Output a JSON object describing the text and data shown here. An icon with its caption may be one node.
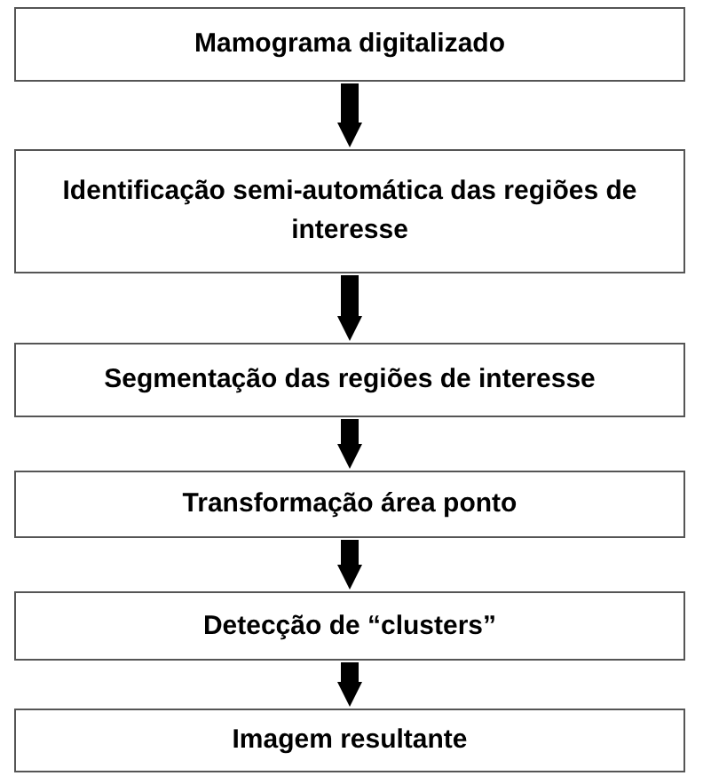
{
  "diagram": {
    "nodes": [
      {
        "text": [
          "Mamograma digitalizado"
        ]
      },
      {
        "text": [
          "Identificação semi-automática das regiões de interesse"
        ]
      },
      {
        "text": [
          "Segmentação das regiões de interesse"
        ]
      },
      {
        "text": [
          "Transformação área ponto"
        ]
      },
      {
        "text": [
          "Detecção de “clusters”"
        ]
      },
      {
        "text": [
          "Imagem resultante"
        ]
      }
    ],
    "edges": [
      {
        "from": 0,
        "to": 1,
        "arrow": "to"
      },
      {
        "from": 1,
        "to": 2,
        "arrow": "to"
      },
      {
        "from": 2,
        "to": 3,
        "arrow": "to"
      },
      {
        "from": 3,
        "to": 4,
        "arrow": "to"
      },
      {
        "from": 4,
        "to": 5,
        "arrow": "to"
      }
    ]
  }
}
